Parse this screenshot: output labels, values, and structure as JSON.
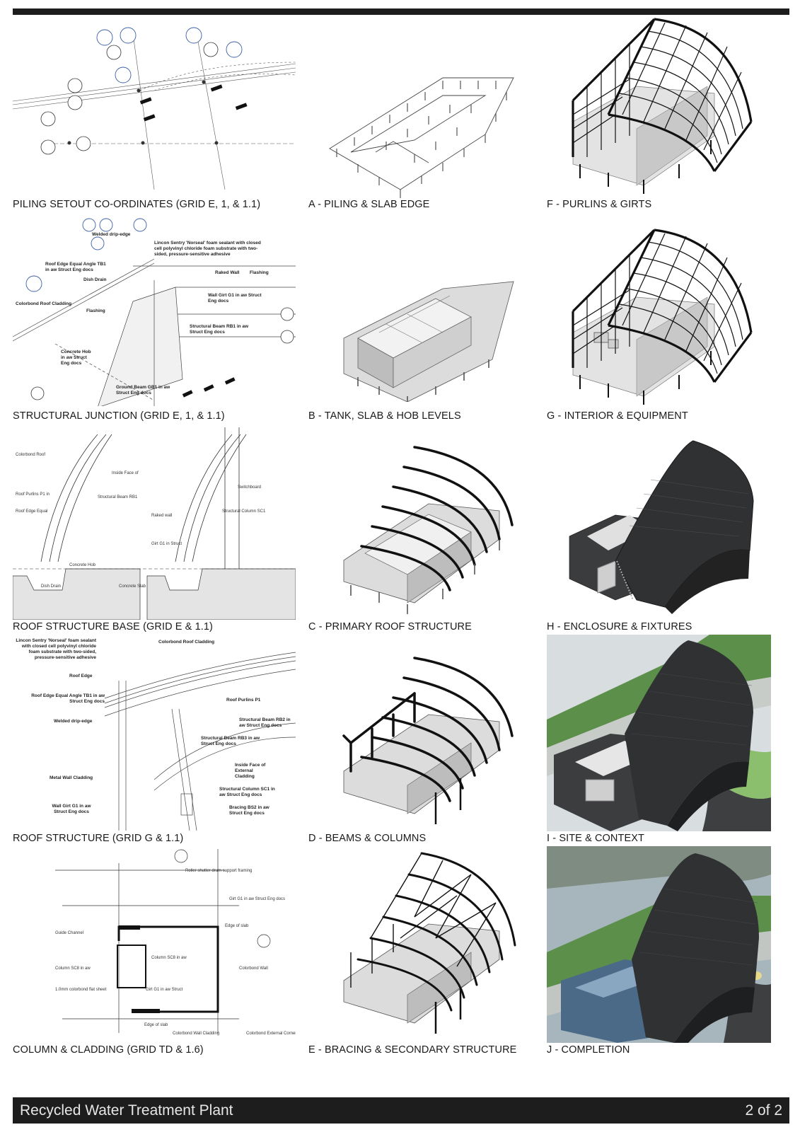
{
  "footer": {
    "title": "Recycled Water Treatment Plant",
    "page": "2 of 2"
  },
  "captions": {
    "d1": "PILING SETOUT CO-ORDINATES (GRID E, 1, & 1.1)",
    "d2": "STRUCTURAL JUNCTION (GRID E, 1, & 1.1)",
    "d3": "ROOF STRUCTURE BASE (GRID E & 1.1)",
    "d4": "ROOF STRUCTURE (GRID G & 1.1)",
    "d5": "COLUMN & CLADDING (GRID TD & 1.6)",
    "a": "A - PILING & SLAB EDGE",
    "b": "B - TANK, SLAB & HOB LEVELS",
    "c": "C - PRIMARY ROOF STRUCTURE",
    "dd": "D - BEAMS & COLUMNS",
    "e": "E - BRACING & SECONDARY STRUCTURE",
    "f": "F - PURLINS & GIRTS",
    "g": "G - INTERIOR & EQUIPMENT",
    "h": "H - ENCLOSURE & FIXTURES",
    "i": "I - SITE & CONTEXT",
    "j": "J - COMPLETION"
  },
  "detail_labels": {
    "d2_sealant": "Lincon Sentry 'Norseal' foam sealant with closed cell polyvinyl chloride foam substrate with two-sided, pressure-sensitive adhesive",
    "d2_raked": "Raked Wall",
    "d2_flashing": "Flashing",
    "d2_dish": "Dish Drain",
    "d2_cladding": "Colorbond Roof Cladding",
    "d2_girt": "Wall Girt G1 in aw Struct Eng docs",
    "d2_beam": "Structural Beam RB1 in aw Struct Eng docs",
    "d2_hob": "Concrete Hob in aw Struct Eng docs",
    "d2_ground": "Ground Beam GB1 in aw Struct Eng docs",
    "d2_angle": "Roof Edge Equal Angle TB1 in aw Struct Eng docs",
    "d2_drip": "Welded drip-edge",
    "d4_sealant": "Lincon Sentry 'Norseal' foam sealant with closed cell polyvinyl chloride foam substrate with two-sided, pressure-sensitive adhesive",
    "d4_cladding": "Colorbond Roof Cladding",
    "d4_edge": "Roof Edge",
    "d4_angle": "Roof Edge Equal Angle TB1 in aw Struct Eng docs",
    "d4_purlins": "Roof Purlins P1",
    "d4_drip": "Welded drip-edge",
    "d4_rb2": "Structural Beam RB2 in aw Struct Eng docs",
    "d4_rb3": "Structural Beam RB3 in aw Struct Eng docs",
    "d4_inside": "Inside Face of External Cladding",
    "d4_metal": "Metal Wall Cladding",
    "d4_column": "Structural Column SC1 in aw Struct Eng docs",
    "d4_girt": "Wall Girt G1 in aw Struct Eng docs",
    "d4_bracing": "Bracing BS2 in aw Struct Eng docs"
  },
  "colors": {
    "bar": "#1d1d1d",
    "dark_roof": "#2f3133",
    "grass": "#5c8f4a",
    "concrete": "#d9d9d9"
  }
}
